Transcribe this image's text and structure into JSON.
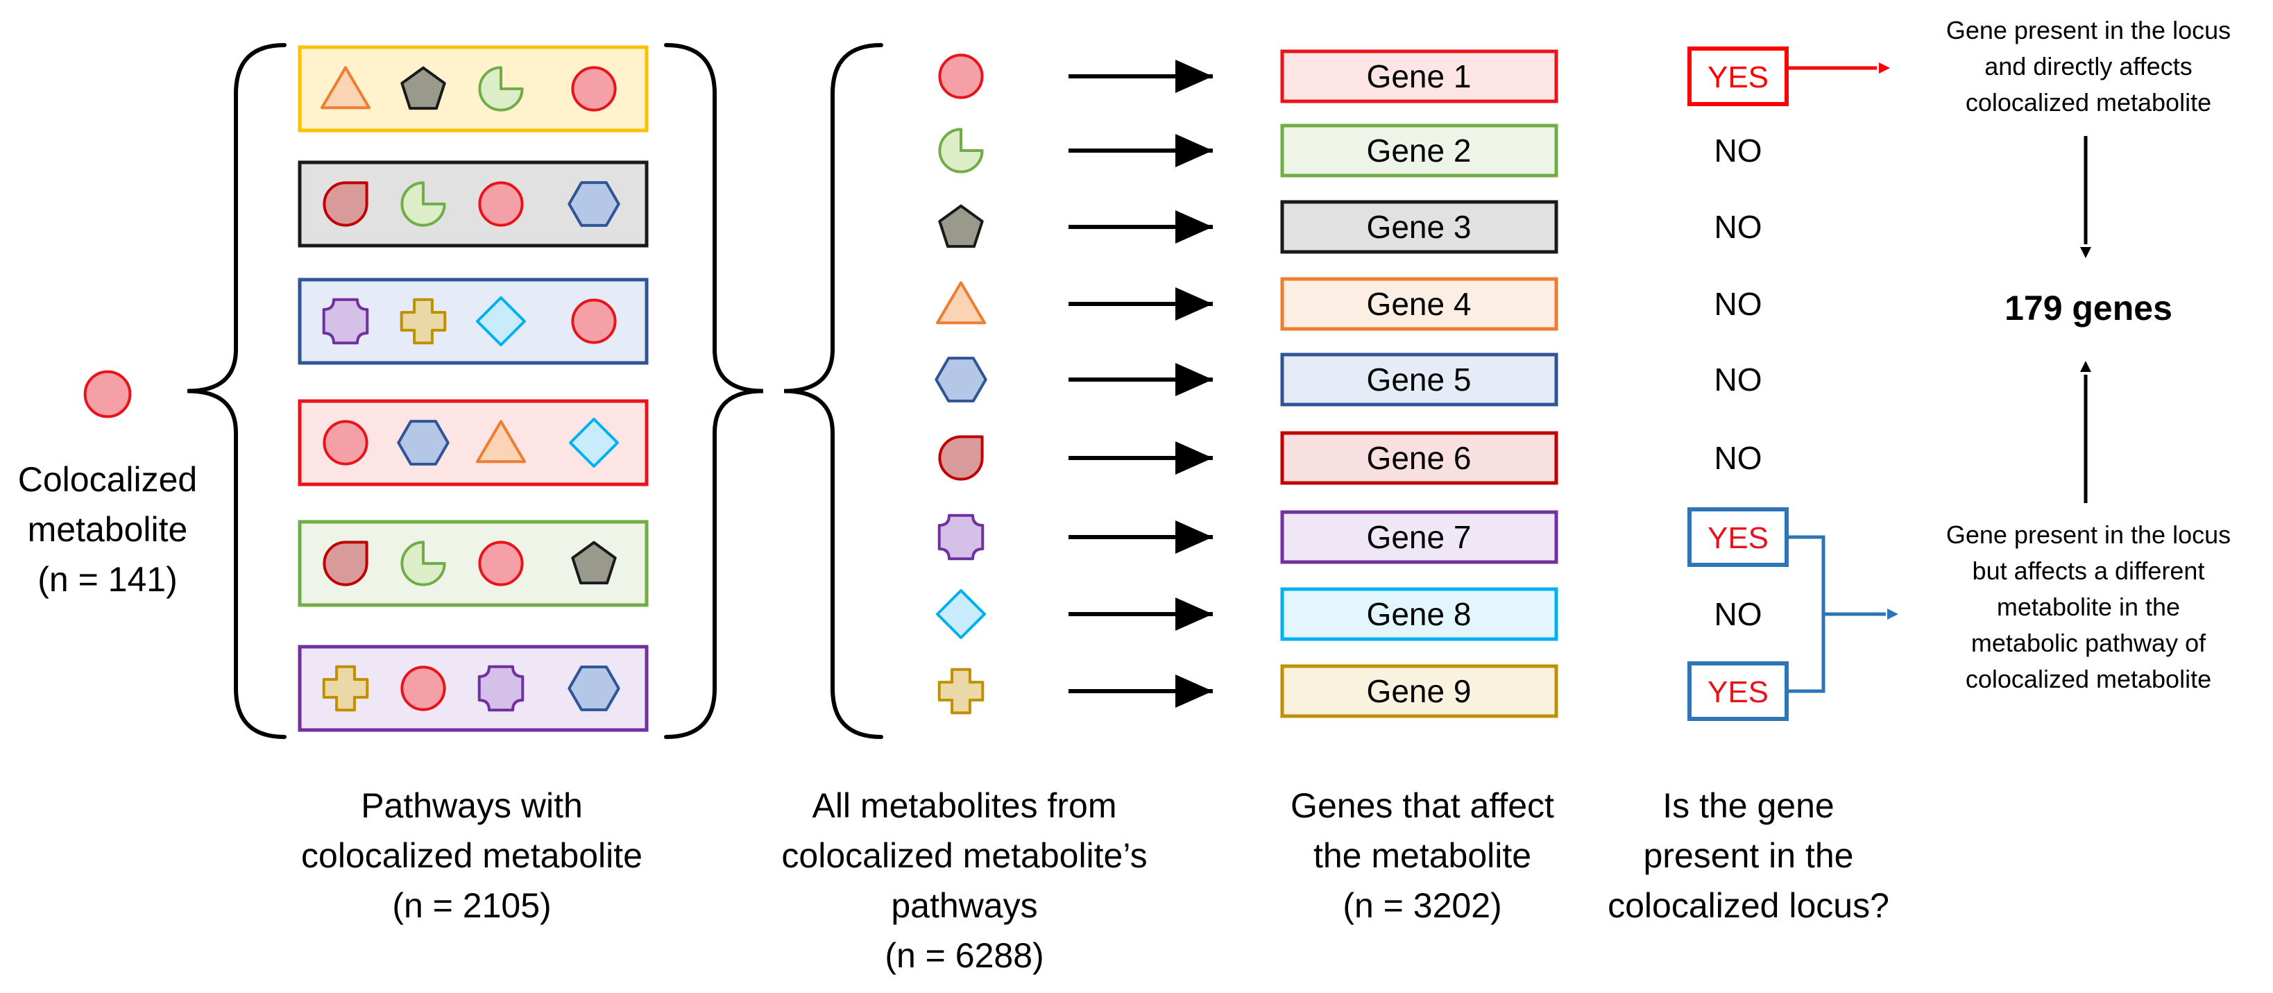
{
  "labels": {
    "coloc_lines": [
      "Colocalized",
      "metabolite",
      "(n = 141)"
    ],
    "pathways_lines": [
      "Pathways with",
      "colocalized metabolite",
      "(n = 2105)"
    ],
    "allmet_lines": [
      "All metabolites from",
      "colocalized metabolite’s",
      "pathways",
      "(n = 6288)"
    ],
    "genes_lines": [
      "Genes that affect",
      "the metabolite",
      "(n = 3202)"
    ],
    "question_lines": [
      "Is the gene",
      "present in the",
      "colocalized locus?"
    ],
    "direct_lines": [
      "Gene present in the locus",
      "and directly affects",
      "colocalized metabolite"
    ],
    "indirect_lines": [
      "Gene present in the locus",
      "but affects a different",
      "metabolite in the",
      "metabolic pathway of",
      "colocalized metabolite"
    ],
    "result": "179 genes"
  },
  "pathways": [
    {
      "color": "yellow",
      "shapes": [
        "triangle",
        "pentagon",
        "pacman",
        "circle"
      ]
    },
    {
      "color": "gray",
      "shapes": [
        "drop",
        "pacman",
        "circle",
        "hexagon"
      ]
    },
    {
      "color": "blue",
      "shapes": [
        "octagon",
        "cross",
        "diamond",
        "circle"
      ]
    },
    {
      "color": "red",
      "shapes": [
        "circle",
        "hexagon",
        "triangle",
        "diamond"
      ]
    },
    {
      "color": "green",
      "shapes": [
        "drop",
        "pacman",
        "circle",
        "pentagon"
      ]
    },
    {
      "color": "purple",
      "shapes": [
        "cross",
        "circle",
        "octagon",
        "hexagon"
      ]
    }
  ],
  "genes": [
    {
      "label": "Gene 1",
      "shape": "circle",
      "color": "red",
      "answer": "YES"
    },
    {
      "label": "Gene 2",
      "shape": "pacman",
      "color": "green",
      "answer": "NO"
    },
    {
      "label": "Gene 3",
      "shape": "pentagon",
      "color": "gray",
      "answer": "NO"
    },
    {
      "label": "Gene 4",
      "shape": "triangle",
      "color": "orange",
      "answer": "NO"
    },
    {
      "label": "Gene 5",
      "shape": "hexagon",
      "color": "blue",
      "answer": "NO"
    },
    {
      "label": "Gene 6",
      "shape": "drop",
      "color": "darkred",
      "answer": "NO"
    },
    {
      "label": "Gene 7",
      "shape": "octagon",
      "color": "purple",
      "answer": "YES"
    },
    {
      "label": "Gene 8",
      "shape": "diamond",
      "color": "cyan",
      "answer": "NO"
    },
    {
      "label": "Gene 9",
      "shape": "cross",
      "color": "gold",
      "answer": "YES"
    }
  ],
  "colors": {
    "red": {
      "stroke": "#e8141c",
      "fill": "#f4a0a6"
    },
    "green": {
      "stroke": "#70ad47",
      "fill": "#dcedc8"
    },
    "gray": {
      "stroke": "#1a1a1a",
      "fill": "#9a9a8c"
    },
    "orange": {
      "stroke": "#ed7d31",
      "fill": "#fbd3b5"
    },
    "blue": {
      "stroke": "#2f5597",
      "fill": "#b4c7e7"
    },
    "darkred": {
      "stroke": "#c00000",
      "fill": "#d99a9a"
    },
    "purple": {
      "stroke": "#7030a0",
      "fill": "#d5c0e8"
    },
    "cyan": {
      "stroke": "#00b0f0",
      "fill": "#c8ecfb"
    },
    "gold": {
      "stroke": "#bf9000",
      "fill": "#ead9a6"
    },
    "yellow": {
      "stroke": "#ffc000",
      "fill": "#fff2cc"
    },
    "yes_red": "#ff0000",
    "yes_blue": "#2e75b6",
    "box_fills": {
      "red": "#fde4e5",
      "green": "#eef5e8",
      "gray": "#e1e1e1",
      "orange": "#fdeee3",
      "blue": "#e6ecf7",
      "darkred": "#f8e0e0",
      "purple": "#efe6f6",
      "cyan": "#e3f6fd",
      "gold": "#f8f2df",
      "yellow": "#fff2cc"
    }
  }
}
